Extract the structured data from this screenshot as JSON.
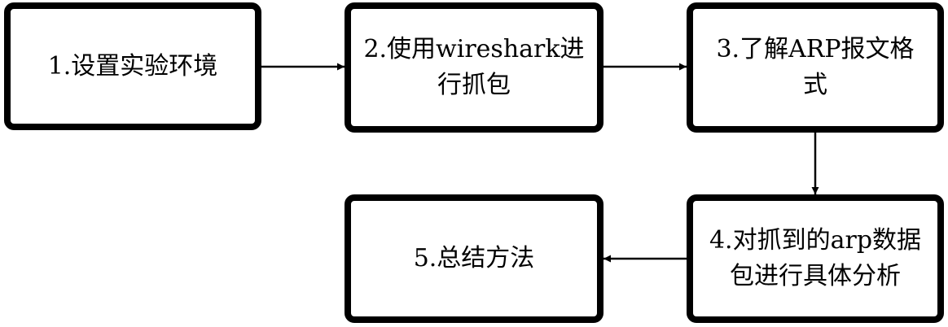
{
  "steps": [
    {
      "label": "1.设置实验环境"
    },
    {
      "label": "2.使用wireshark进行抓包"
    },
    {
      "label": "3.了解ARP报文格式"
    },
    {
      "label": "4.对抓到的arp数据包进行具体分析"
    },
    {
      "label": "5.总结方法"
    }
  ],
  "colors": {
    "stroke": "#000000",
    "fill": "#ffffff"
  }
}
